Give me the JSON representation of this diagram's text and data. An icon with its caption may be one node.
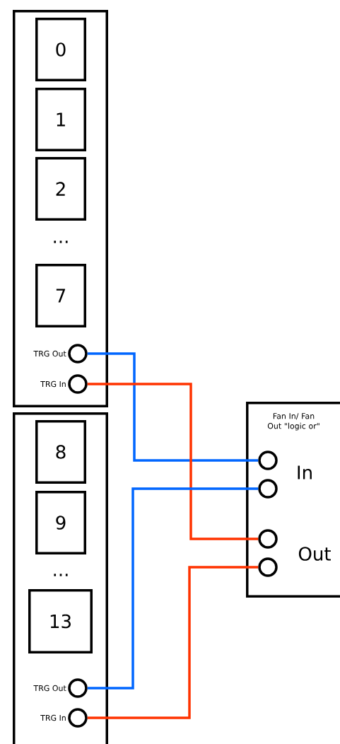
{
  "diagram": {
    "nodes": [
      {
        "text": [],
        "shape": "box"
      },
      {
        "text": [
          "0"
        ],
        "in": 0
      },
      {
        "text": [
          "1"
        ],
        "in": 0
      },
      {
        "text": [
          "2"
        ],
        "in": 0
      },
      {
        "text": [
          "7"
        ],
        "in": 0
      },
      {
        "text": [],
        "shape": "circle",
        "beside": [
          "TRG Out"
        ],
        "in": 0
      },
      {
        "text": [],
        "shape": "circle",
        "beside": [
          "TRG In"
        ],
        "in": 0
      },
      {
        "text": [],
        "shape": "box"
      },
      {
        "text": [
          "8"
        ],
        "in": 7
      },
      {
        "text": [
          "9"
        ],
        "in": 7
      },
      {
        "text": [
          "13"
        ],
        "in": 7
      },
      {
        "text": [],
        "shape": "circle",
        "beside": [
          "TRG Out"
        ],
        "in": 7
      },
      {
        "text": [],
        "shape": "circle",
        "beside": [
          "TRG In"
        ],
        "in": 7
      },
      {
        "text": [
          "Fan In/ Fan Out \"logic or\""
        ]
      },
      {
        "text": [],
        "shape": "circle",
        "in": 13
      },
      {
        "text": [],
        "shape": "circle",
        "in": 13
      },
      {
        "text": [],
        "shape": "circle",
        "in": 13
      },
      {
        "text": [],
        "shape": "circle",
        "in": 13
      }
    ],
    "edges": [
      {
        "from": 5,
        "to": 14,
        "arrow": "none",
        "color": "#0066ff"
      },
      {
        "from": 6,
        "to": 16,
        "arrow": "none",
        "color": "#ff3300"
      },
      {
        "from": 11,
        "to": 15,
        "arrow": "none",
        "color": "#0066ff"
      },
      {
        "from": 12,
        "to": 17,
        "arrow": "none",
        "color": "#ff3300"
      }
    ],
    "labels": [
      "...",
      "In",
      "Out",
      "..."
    ]
  }
}
